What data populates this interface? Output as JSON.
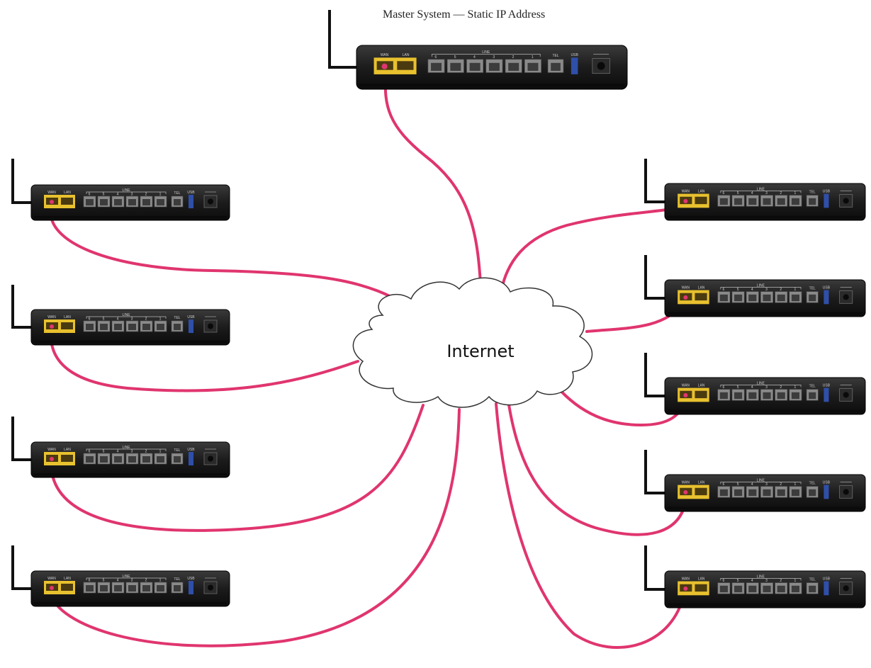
{
  "master": {
    "title": "Master System — Static IP Address"
  },
  "cloud": {
    "label": "Internet"
  },
  "router_labels": {
    "wan": "WAN",
    "lan": "LAN",
    "line": "LINE",
    "tel": "TEL",
    "usb": "USB",
    "line_ports": [
      "6",
      "5",
      "4",
      "3",
      "2",
      "1"
    ]
  },
  "colors": {
    "cable": "#e0356f",
    "router_body": "#1a1a1a",
    "wan_lan_port": "#e8c12e",
    "usb_port": "#2f4fa8"
  },
  "routers": [
    {
      "id": "master",
      "side": "top"
    },
    {
      "id": "left-1",
      "side": "left"
    },
    {
      "id": "left-2",
      "side": "left"
    },
    {
      "id": "left-3",
      "side": "left"
    },
    {
      "id": "left-4",
      "side": "left"
    },
    {
      "id": "right-1",
      "side": "right"
    },
    {
      "id": "right-2",
      "side": "right"
    },
    {
      "id": "right-3",
      "side": "right"
    },
    {
      "id": "right-4",
      "side": "right"
    },
    {
      "id": "right-5",
      "side": "right"
    }
  ]
}
